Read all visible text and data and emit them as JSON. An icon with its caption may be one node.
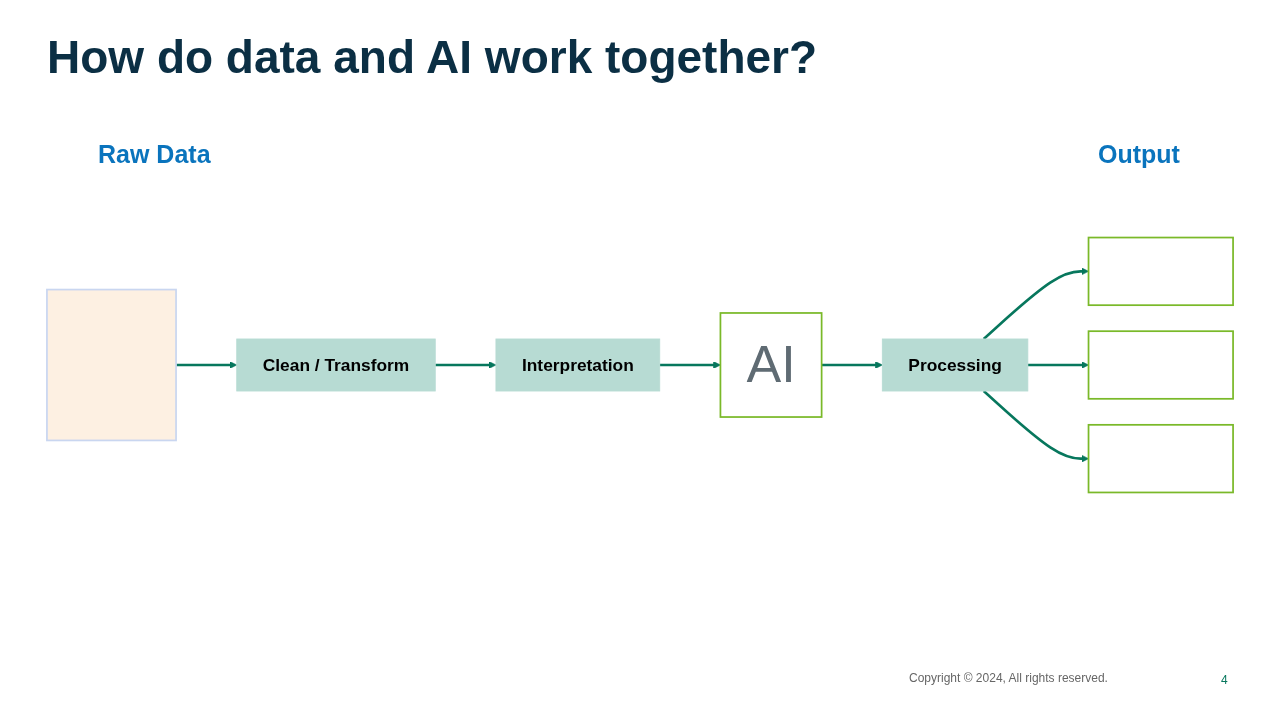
{
  "diagram": {
    "title": "How do data and AI work together?",
    "nodes": [
      {
        "text": [],
        "shape": "picture"
      },
      {
        "text": [
          "Clean / Transform"
        ]
      },
      {
        "text": [
          "Interpretation"
        ]
      },
      {
        "text": [
          "AI"
        ]
      },
      {
        "text": [
          "Processing"
        ]
      },
      {
        "text": [],
        "shape": "box"
      },
      {
        "text": [],
        "shape": "box"
      },
      {
        "text": [],
        "shape": "box"
      }
    ],
    "edges": [
      {
        "from": 0,
        "to": 1,
        "arrow": "to"
      },
      {
        "from": 1,
        "to": 2,
        "arrow": "to"
      },
      {
        "from": 2,
        "to": 3,
        "arrow": "to"
      },
      {
        "from": 3,
        "to": 4,
        "arrow": "to"
      },
      {
        "from": 4,
        "to": 5,
        "arrow": "to"
      },
      {
        "from": 4,
        "to": 6,
        "arrow": "to"
      },
      {
        "from": 4,
        "to": 7,
        "arrow": "to"
      }
    ],
    "labels": [
      "Raw Data",
      "Output",
      "Copyright © 2024, All rights reserved.",
      "4"
    ]
  }
}
